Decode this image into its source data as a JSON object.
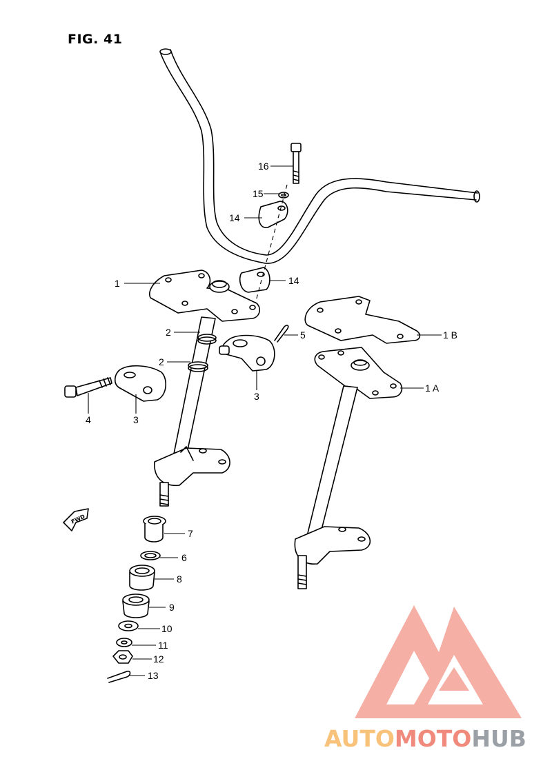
{
  "figure": {
    "title": "FIG. 41"
  },
  "callouts": [
    {
      "id": "c1",
      "label": "1"
    },
    {
      "id": "c1a",
      "label": "1 A"
    },
    {
      "id": "c1b",
      "label": "1 B"
    },
    {
      "id": "c2a",
      "label": "2"
    },
    {
      "id": "c2b",
      "label": "2"
    },
    {
      "id": "c3a",
      "label": "3"
    },
    {
      "id": "c3b",
      "label": "3"
    },
    {
      "id": "c4",
      "label": "4"
    },
    {
      "id": "c5",
      "label": "5"
    },
    {
      "id": "c6",
      "label": "6"
    },
    {
      "id": "c7",
      "label": "7"
    },
    {
      "id": "c8",
      "label": "8"
    },
    {
      "id": "c9",
      "label": "9"
    },
    {
      "id": "c10",
      "label": "10"
    },
    {
      "id": "c11",
      "label": "11"
    },
    {
      "id": "c12",
      "label": "12"
    },
    {
      "id": "c13",
      "label": "13"
    },
    {
      "id": "c14a",
      "label": "14"
    },
    {
      "id": "c14b",
      "label": "14"
    },
    {
      "id": "c15",
      "label": "15"
    },
    {
      "id": "c16",
      "label": "16"
    }
  ],
  "fwd_label": "FWD",
  "watermark": {
    "part1": "AUTO",
    "part2": "MOTO",
    "part3": "HUB",
    "colors": {
      "orange": "#f8c27a",
      "red": "#f08a7c",
      "gray": "#9aa0a6"
    }
  }
}
